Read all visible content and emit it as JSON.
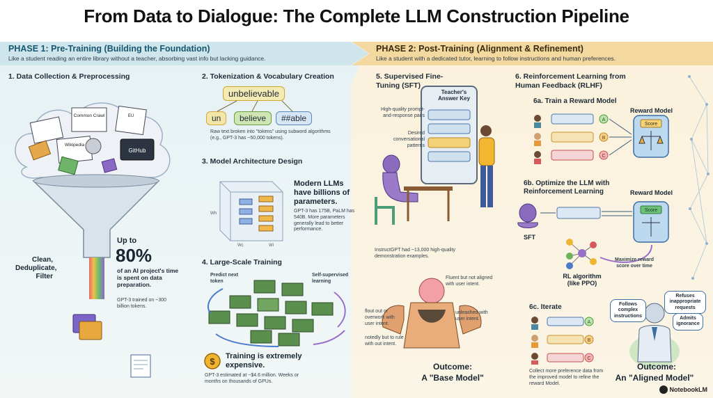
{
  "title": "From Data to Dialogue: The Complete LLM Construction Pipeline",
  "phase1": {
    "title": "PHASE 1: Pre-Training (Building the Foundation)",
    "subtitle": "Like a student reading an entire library without a teacher, absorbing vast info but lacking guidance.",
    "s1": {
      "title": "1. Data Collection & Preprocessing",
      "docs": [
        "Common Crawl",
        "Wikipedia",
        "GitHub",
        "EU"
      ],
      "funnel_label": "Clean, Deduplicate, Filter",
      "stat_prefix": "Up to",
      "stat_value": "80%",
      "stat_text": "of an AI project's time is spent on data preparation.",
      "note": "GPT-3 trained on ~300 billion tokens."
    },
    "s2": {
      "title": "2. Tokenization & Vocabulary Creation",
      "word": "unbelievable",
      "tokens": [
        "un",
        "believe",
        "##able"
      ],
      "note": "Raw text broken into \"tokens\" using subword algorithms (e.g., GPT-3 has ~50,000 tokens)."
    },
    "s3": {
      "title": "3. Model Architecture Design",
      "headline": "Modern LLMs have billions of parameters.",
      "note": "GPT-3 has 175B, PaLM has 540B. More parameters generally lead to better performance.",
      "axis": [
        "Wh",
        "Wc",
        "Wi"
      ]
    },
    "s4": {
      "title": "4. Large-Scale Training",
      "left_label": "Predict next token",
      "right_label": "Self-supervised learning",
      "cost_head": "Training is extremely expensive.",
      "cost_note": "GPT-3 estimated at ~$4.6 million. Weeks or months on thousands of GPUs.",
      "coin": "$"
    }
  },
  "phase2": {
    "title": "PHASE 2: Post-Training (Alignment & Refinement)",
    "subtitle": "Like a student with a dedicated tutor, learning to follow instructions and human preferences.",
    "s5": {
      "title": "5. Supervised Fine-Tuning (SFT)",
      "board_title": "Teacher's Answer Key",
      "label1": "High-quality prompt-and-response pairs",
      "label2": "Desired conversational patterns",
      "note": "InstructGPT had ~13,000 high-quality demonstration examples."
    },
    "base": {
      "bubble_top": "Fluent but not aligned with user intent.",
      "bubble_left": "flout out or overwork with user intent.",
      "bubble_left2": "notedly but to rule with out intent.",
      "bubble_right": "unleashed with user intent.",
      "outcome_label": "Outcome:",
      "outcome_name": "A \"Base Model\""
    },
    "s6": {
      "title": "6. Reinforcement Learning from Human Feedback (RLHF)",
      "a_title": "6a. Train a Reward Model",
      "reward_model": "Reward Model",
      "score": "Score",
      "options": [
        "A",
        "B",
        "C"
      ],
      "b_title": "6b. Optimize the LLM with Reinforcement Learning",
      "reward_model_b": "Reward Model",
      "score_b": "Score",
      "sft": "SFT",
      "rl_algo": "RL algorithm (like PPO)",
      "maximize": "Maximize reward score over time",
      "c_title": "6c. Iterate",
      "c_note": "Collect more preference data from the improved model to refine the reward Model."
    },
    "aligned": {
      "b1": "Follows complex instructions",
      "b2": "Refuses inappropriate requests",
      "b3": "Admits ignorance",
      "outcome_label": "Outcome:",
      "outcome_name": "An \"Aligned Model\""
    }
  },
  "logo": "NotebookLM",
  "colors": {
    "phase1": "#15556f",
    "phase2_band": "#f3d8a0",
    "accent_purple": "#9a6fc9",
    "accent_green": "#6eb35a",
    "accent_orange": "#e69a3c"
  }
}
